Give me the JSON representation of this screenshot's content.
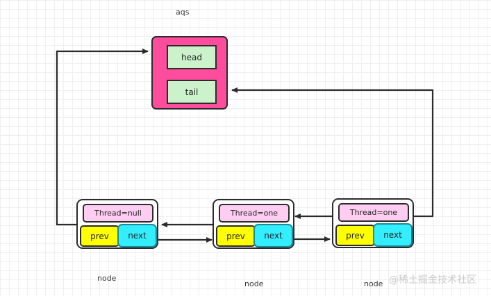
{
  "diagram": {
    "title_label": "aqs",
    "aqs": {
      "fields": [
        {
          "name": "head",
          "label": "head"
        },
        {
          "name": "tail",
          "label": "tail"
        }
      ],
      "fill_color": "#ff4d9e",
      "field_fill_color": "#ccf2cc"
    },
    "nodes": [
      {
        "thread": "Thread=null",
        "prev": "prev",
        "next": "next",
        "caption": "node"
      },
      {
        "thread": "Thread=one",
        "prev": "prev",
        "next": "next",
        "caption": "node"
      },
      {
        "thread": "Thread=one",
        "prev": "prev",
        "next": "next",
        "caption": "node"
      }
    ],
    "colors": {
      "thread_fill": "#ffccf2",
      "prev_fill": "#ffff00",
      "next_fill": "#33eeff",
      "stroke": "#2b2b2b",
      "grid_minor": "#f0f0f0",
      "grid_major": "#e4e4e4"
    },
    "watermark": "@稀土掘金技术社区"
  }
}
